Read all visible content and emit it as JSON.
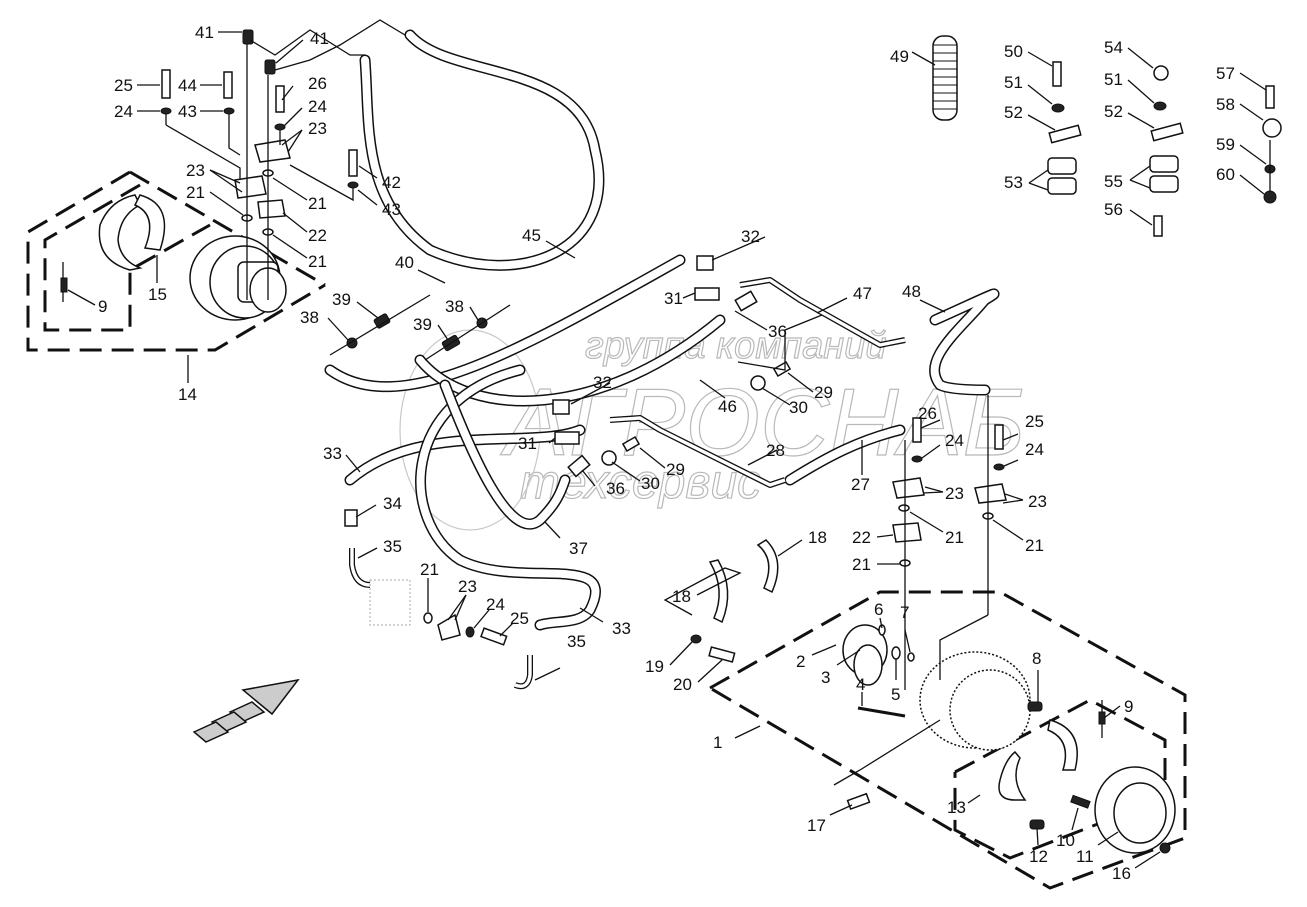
{
  "diagram": {
    "type": "exploded-parts-diagram",
    "subject": "Hydraulic travel motor hose and brake assembly",
    "watermark": {
      "line1": "группа компаний",
      "line2": "АГРОСНАБ",
      "line3": "техсервис"
    },
    "callouts": [
      {
        "id": "c41a",
        "text": "41"
      },
      {
        "id": "c41b",
        "text": "41"
      },
      {
        "id": "c25a",
        "text": "25"
      },
      {
        "id": "c44",
        "text": "44"
      },
      {
        "id": "c26a",
        "text": "26"
      },
      {
        "id": "c24a",
        "text": "24"
      },
      {
        "id": "c43a",
        "text": "43"
      },
      {
        "id": "c24b",
        "text": "24"
      },
      {
        "id": "c23a",
        "text": "23"
      },
      {
        "id": "c42",
        "text": "42"
      },
      {
        "id": "c43b",
        "text": "43"
      },
      {
        "id": "c23b",
        "text": "23"
      },
      {
        "id": "c21a",
        "text": "21"
      },
      {
        "id": "c21b",
        "text": "21"
      },
      {
        "id": "c22a",
        "text": "22"
      },
      {
        "id": "c21c",
        "text": "21"
      },
      {
        "id": "c9a",
        "text": "9"
      },
      {
        "id": "c15",
        "text": "15"
      },
      {
        "id": "c14",
        "text": "14"
      },
      {
        "id": "c45",
        "text": "45"
      },
      {
        "id": "c40",
        "text": "40"
      },
      {
        "id": "c39a",
        "text": "39"
      },
      {
        "id": "c38a",
        "text": "38"
      },
      {
        "id": "c38b",
        "text": "38"
      },
      {
        "id": "c39b",
        "text": "39"
      },
      {
        "id": "c32a",
        "text": "32"
      },
      {
        "id": "c31a",
        "text": "31"
      },
      {
        "id": "c36a",
        "text": "36"
      },
      {
        "id": "c47",
        "text": "47"
      },
      {
        "id": "c48",
        "text": "48"
      },
      {
        "id": "c29a",
        "text": "29"
      },
      {
        "id": "c30a",
        "text": "30"
      },
      {
        "id": "c46",
        "text": "46"
      },
      {
        "id": "c32b",
        "text": "32"
      },
      {
        "id": "c31b",
        "text": "31"
      },
      {
        "id": "c28",
        "text": "28"
      },
      {
        "id": "c29b",
        "text": "29"
      },
      {
        "id": "c30b",
        "text": "30"
      },
      {
        "id": "c36b",
        "text": "36"
      },
      {
        "id": "c27",
        "text": "27"
      },
      {
        "id": "c33a",
        "text": "33"
      },
      {
        "id": "c34",
        "text": "34"
      },
      {
        "id": "c37",
        "text": "37"
      },
      {
        "id": "c35a",
        "text": "35"
      },
      {
        "id": "c21d",
        "text": "21"
      },
      {
        "id": "c23c",
        "text": "23"
      },
      {
        "id": "c24c",
        "text": "24"
      },
      {
        "id": "c25b",
        "text": "25"
      },
      {
        "id": "c33b",
        "text": "33"
      },
      {
        "id": "c35b",
        "text": "35"
      },
      {
        "id": "c26b",
        "text": "26"
      },
      {
        "id": "c24d",
        "text": "24"
      },
      {
        "id": "c23d",
        "text": "23"
      },
      {
        "id": "c21e",
        "text": "21"
      },
      {
        "id": "c22b",
        "text": "22"
      },
      {
        "id": "c21f",
        "text": "21"
      },
      {
        "id": "c25c",
        "text": "25"
      },
      {
        "id": "c24e",
        "text": "24"
      },
      {
        "id": "c23e",
        "text": "23"
      },
      {
        "id": "c21g",
        "text": "21"
      },
      {
        "id": "c18a",
        "text": "18"
      },
      {
        "id": "c18b",
        "text": "18"
      },
      {
        "id": "c19",
        "text": "19"
      },
      {
        "id": "c20",
        "text": "20"
      },
      {
        "id": "c6",
        "text": "6"
      },
      {
        "id": "c7",
        "text": "7"
      },
      {
        "id": "c2",
        "text": "2"
      },
      {
        "id": "c3",
        "text": "3"
      },
      {
        "id": "c4",
        "text": "4"
      },
      {
        "id": "c5",
        "text": "5"
      },
      {
        "id": "c8",
        "text": "8"
      },
      {
        "id": "c9b",
        "text": "9"
      },
      {
        "id": "c1",
        "text": "1"
      },
      {
        "id": "c13",
        "text": "13"
      },
      {
        "id": "c17",
        "text": "17"
      },
      {
        "id": "c10",
        "text": "10"
      },
      {
        "id": "c12",
        "text": "12"
      },
      {
        "id": "c11",
        "text": "11"
      },
      {
        "id": "c16",
        "text": "16"
      },
      {
        "id": "c49",
        "text": "49"
      },
      {
        "id": "c50",
        "text": "50"
      },
      {
        "id": "c51a",
        "text": "51"
      },
      {
        "id": "c52a",
        "text": "52"
      },
      {
        "id": "c53",
        "text": "53"
      },
      {
        "id": "c54",
        "text": "54"
      },
      {
        "id": "c51b",
        "text": "51"
      },
      {
        "id": "c52b",
        "text": "52"
      },
      {
        "id": "c55",
        "text": "55"
      },
      {
        "id": "c56",
        "text": "56"
      },
      {
        "id": "c57",
        "text": "57"
      },
      {
        "id": "c58",
        "text": "58"
      },
      {
        "id": "c59",
        "text": "59"
      },
      {
        "id": "c60",
        "text": "60"
      }
    ],
    "direction_indicator": "forward-arrow"
  }
}
